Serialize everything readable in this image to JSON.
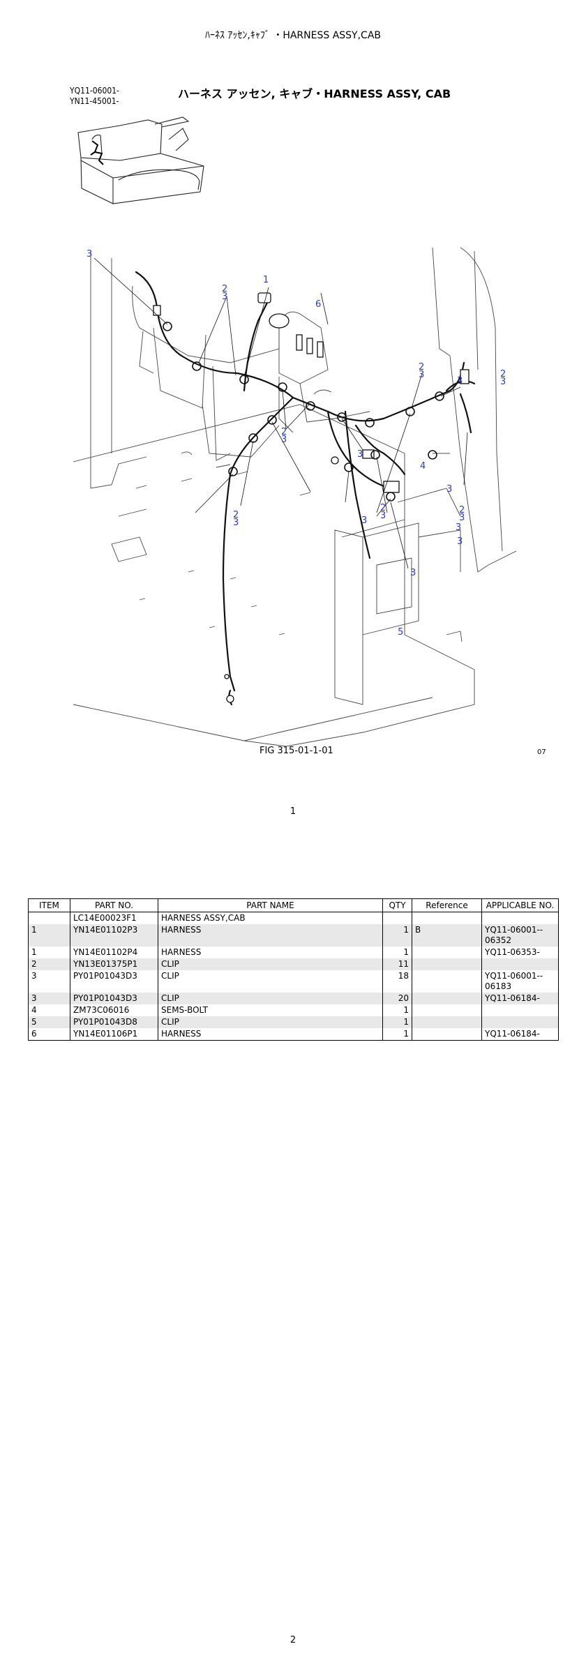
{
  "header": {
    "title": "ﾊｰﾈｽ ｱｯｾﾝ,ｷｬﾌﾞ ・HARNESS ASSY,CAB"
  },
  "figure": {
    "serials": [
      "YQ11-06001-",
      "YN11-45001-"
    ],
    "title": "ハーネス アッセン, キャブ・HARNESS ASSY, CAB",
    "caption": "FIG 315-01-1-01",
    "code": "07",
    "callouts": {
      "c1": "1",
      "c2a": "2\n3",
      "c3a": "3",
      "c6": "6",
      "c2b": "2\n3",
      "c2c": "2\n3",
      "c3b": "3",
      "c2d": "2\n3",
      "c3c": "3",
      "c3d": "3",
      "c4": "4",
      "c2e": "2\n3",
      "c3e": "3",
      "c3f": "3",
      "c2f": "2\n3",
      "c3g": "3",
      "c5": "5",
      "c3h": "3",
      "c2g": "2\n3"
    },
    "icons": {
      "thumbnail": "cab-thumbnail-icon",
      "diagram": "harness-diagram"
    }
  },
  "page_number_1": "1",
  "page_number_2": "2",
  "table": {
    "headers": [
      "ITEM",
      "PART NO.",
      "PART NAME",
      "QTY",
      "Reference",
      "APPLICABLE NO."
    ],
    "rows": [
      {
        "item": "",
        "part_no": "LC14E00023F1",
        "part_name": "HARNESS ASSY,CAB",
        "qty": "",
        "reference": "",
        "applicable": ""
      },
      {
        "item": "1",
        "part_no": "YN14E01102P3",
        "part_name": "HARNESS",
        "qty": "1",
        "reference": "B",
        "applicable": "YQ11-06001--\n06352"
      },
      {
        "item": "1",
        "part_no": "YN14E01102P4",
        "part_name": "HARNESS",
        "qty": "1",
        "reference": "",
        "applicable": "YQ11-06353-"
      },
      {
        "item": "2",
        "part_no": "YN13E01375P1",
        "part_name": "CLIP",
        "qty": "11",
        "reference": "",
        "applicable": ""
      },
      {
        "item": "3",
        "part_no": "PY01P01043D3",
        "part_name": "CLIP",
        "qty": "18",
        "reference": "",
        "applicable": "YQ11-06001--\n06183"
      },
      {
        "item": "3",
        "part_no": "PY01P01043D3",
        "part_name": "CLIP",
        "qty": "20",
        "reference": "",
        "applicable": "YQ11-06184-"
      },
      {
        "item": "4",
        "part_no": "ZM73C06016",
        "part_name": "SEMS-BOLT",
        "qty": "1",
        "reference": "",
        "applicable": ""
      },
      {
        "item": "5",
        "part_no": "PY01P01043D8",
        "part_name": "CLIP",
        "qty": "1",
        "reference": "",
        "applicable": ""
      },
      {
        "item": "6",
        "part_no": "YN14E01106P1",
        "part_name": "HARNESS",
        "qty": "1",
        "reference": "",
        "applicable": "YQ11-06184-"
      }
    ]
  }
}
